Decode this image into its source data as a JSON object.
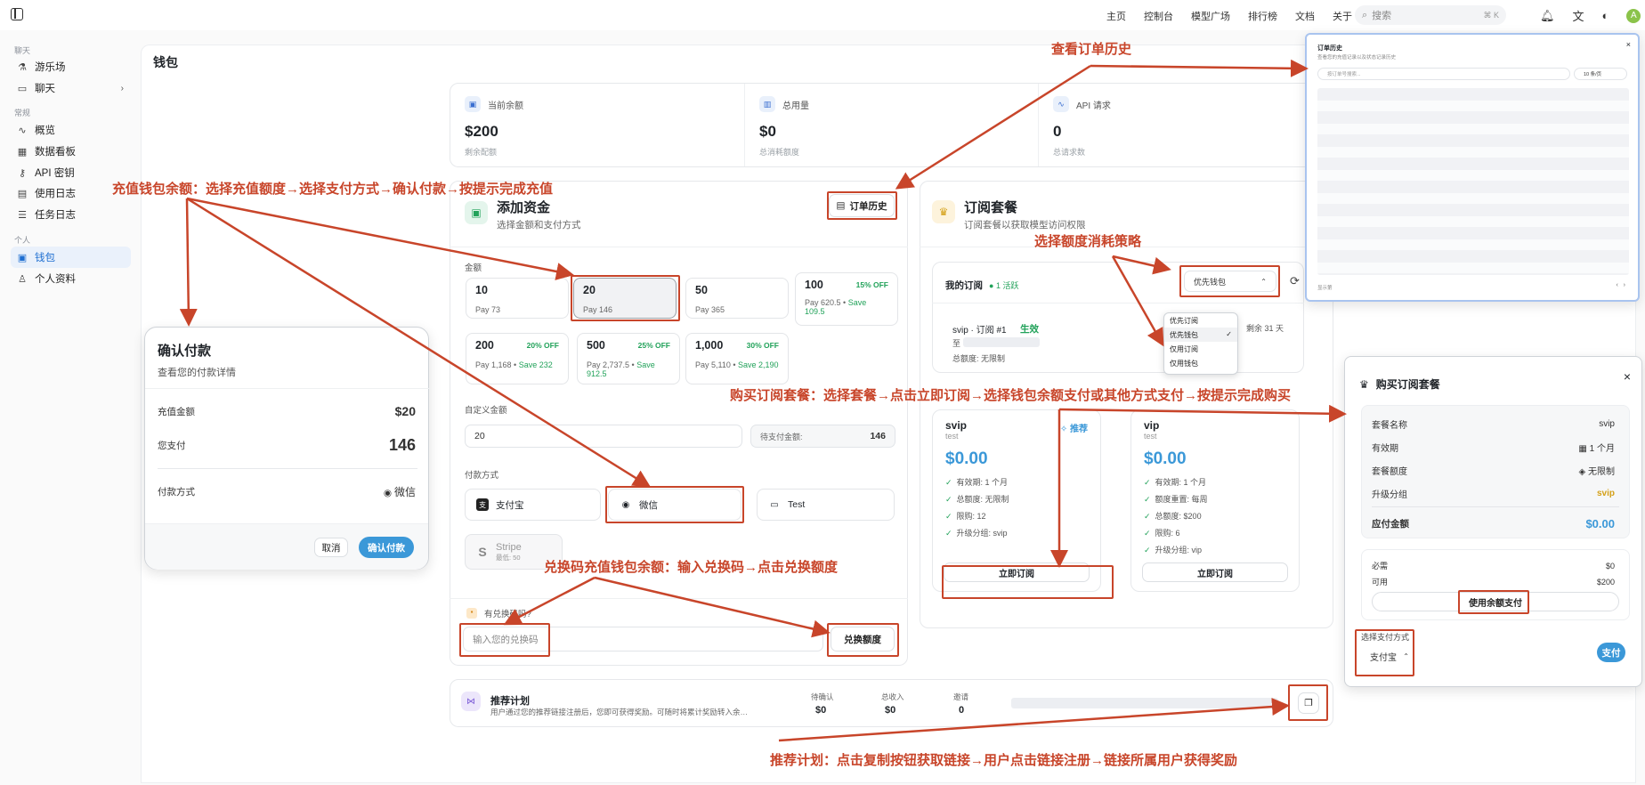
{
  "topnav": [
    "主页",
    "控制台",
    "模型广场",
    "排行榜",
    "文档",
    "关于"
  ],
  "search": {
    "placeholder": "搜索",
    "kbd": "⌘ K"
  },
  "avatar": "A",
  "sidebar": {
    "group_chat": "聊天",
    "playground": "游乐场",
    "chat": "聊天",
    "group_common": "常规",
    "overview": "概览",
    "dashboard": "数据看板",
    "api_keys": "API 密钥",
    "usage_logs": "使用日志",
    "task_logs": "任务日志",
    "group_personal": "个人",
    "wallet": "钱包",
    "profile": "个人资料"
  },
  "page_title": "钱包",
  "stats": [
    {
      "label": "当前余额",
      "value": "$200",
      "sub": "剩余配额"
    },
    {
      "label": "总用量",
      "value": "$0",
      "sub": "总消耗额度"
    },
    {
      "label": "API 请求",
      "value": "0",
      "sub": "总请求数"
    }
  ],
  "topup": {
    "title": "添加资金",
    "subtitle": "选择金额和支付方式",
    "order_history": "订单历史",
    "amount_label": "金额",
    "amounts": [
      {
        "n": "10",
        "pay": "Pay 73",
        "save": "",
        "off": ""
      },
      {
        "n": "20",
        "pay": "Pay 146",
        "save": "",
        "off": ""
      },
      {
        "n": "50",
        "pay": "Pay 365",
        "save": "",
        "off": ""
      },
      {
        "n": "100",
        "pay": "Pay 620.5 • ",
        "save": "Save 109.5",
        "off": "15% OFF"
      },
      {
        "n": "200",
        "pay": "Pay 1,168 • ",
        "save": "Save 232",
        "off": "20% OFF"
      },
      {
        "n": "500",
        "pay": "Pay 2,737.5 • ",
        "save": "Save 912.5",
        "off": "25% OFF"
      },
      {
        "n": "1,000",
        "pay": "Pay 5,110 • ",
        "save": "Save 2,190",
        "off": "30% OFF"
      }
    ],
    "custom_label": "自定义金额",
    "custom_value": "20",
    "pending_label": "待支付金额:",
    "pending_value": "146",
    "pay_label": "付款方式",
    "pay_methods": [
      "支付宝",
      "微信",
      "Test"
    ],
    "stripe": "Stripe",
    "stripe_sub": "最低: 50",
    "redeem_q": "有兑换码吗?",
    "redeem_placeholder": "输入您的兑换码",
    "redeem_btn": "兑换额度"
  },
  "subscription": {
    "title": "订阅套餐",
    "subtitle": "订阅套餐以获取模型访问权限",
    "my_sub": "我的订阅",
    "active": "1 活跃",
    "priority": "优先钱包",
    "dropdown": [
      "优先订阅",
      "优先钱包",
      "仅用订阅",
      "仅用钱包"
    ],
    "current": {
      "name": "svip · 订阅 #1",
      "status": "生效",
      "remain": "剩余 31 天",
      "to": "至",
      "quota": "总额度: 无限制"
    },
    "plans": [
      {
        "name": "svip",
        "tag": "test",
        "price": "$0.00",
        "rec": "推荐",
        "features": [
          "有效期: 1 个月",
          "总额度: 无限制",
          "限购: 12",
          "升级分组: svip"
        ],
        "btn": "立即订阅"
      },
      {
        "name": "vip",
        "tag": "test",
        "price": "$0.00",
        "rec": "",
        "features": [
          "有效期: 1 个月",
          "额度重置: 每周",
          "总额度: $200",
          "限购: 6",
          "升级分组: vip"
        ],
        "btn": "立即订阅"
      }
    ]
  },
  "referral": {
    "title": "推荐计划",
    "desc": "用户通过您的推荐链接注册后，您即可获得奖励。可随时将累计奖励转入余…",
    "pending_label": "待确认",
    "pending": "$0",
    "income_label": "总收入",
    "income": "$0",
    "invite_label": "邀请",
    "invite": "0"
  },
  "confirm_modal": {
    "title": "确认付款",
    "subtitle": "查看您的付款详情",
    "amount_label": "充值金额",
    "amount": "$20",
    "pay_label": "您支付",
    "pay": "146",
    "method_label": "付款方式",
    "method": "微信",
    "cancel": "取消",
    "confirm": "确认付款"
  },
  "buy_modal": {
    "title": "购买订阅套餐",
    "rows": [
      {
        "k": "套餐名称",
        "v": "svip"
      },
      {
        "k": "有效期",
        "v": "1 个月"
      },
      {
        "k": "套餐额度",
        "v": "无限制"
      },
      {
        "k": "升级分组",
        "v": "svip"
      }
    ],
    "due_label": "应付金额",
    "due": "$0.00",
    "need_label": "必需",
    "need": "$0",
    "avail_label": "可用",
    "avail": "$200",
    "use_balance": "使用余额支付",
    "choose_method": "选择支付方式",
    "method": "支付宝",
    "pay": "支付"
  },
  "history_modal": {
    "title": "订单历史",
    "subtitle": "查看您的充值记录以及状态记录历史",
    "search": "按订单号搜索...",
    "page_size": "10 条/页",
    "footer": "显示第"
  },
  "annotations": {
    "history": "查看订单历史",
    "topup": "充值钱包余额：选择充值额度→选择支付方式→确认付款→按提示完成充值",
    "strategy": "选择额度消耗策略",
    "buy": "购买订阅套餐：选择套餐→点击立即订阅→选择钱包余额支付或其他方式支付→按提示完成购买",
    "redeem": "兑换码充值钱包余额：输入兑换码→点击兑换额度",
    "referral": "推荐计划：点击复制按钮获取链接→用户点击链接注册→链接所属用户获得奖励"
  },
  "colors": {
    "accent": "#3b98d8",
    "annotation": "#c8452a",
    "green": "#22a25a",
    "gold": "#d4a017"
  }
}
